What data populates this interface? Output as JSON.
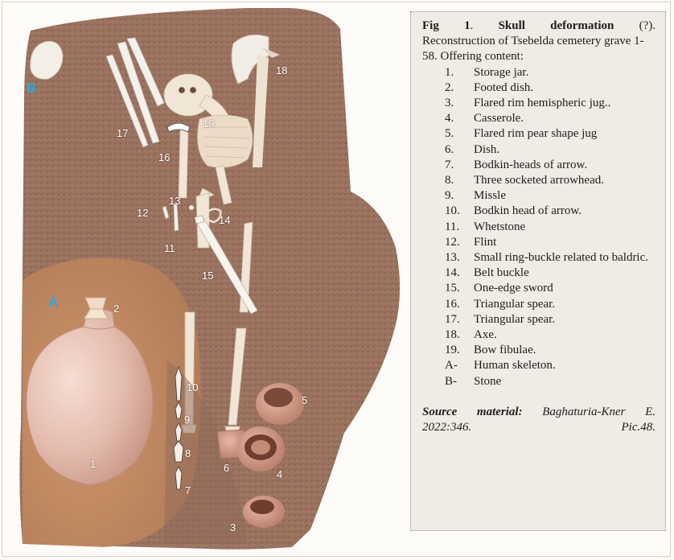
{
  "figure": {
    "stone_label": "B",
    "skeleton_label": "A",
    "numbers": [
      "18",
      "19",
      "17",
      "16",
      "13",
      "12",
      "14",
      "11",
      "15",
      "2",
      "10",
      "9",
      "8",
      "5",
      "6",
      "4",
      "7",
      "1",
      "3"
    ]
  },
  "caption": {
    "fig_label": "Fig 1",
    "title": "Skull deformation",
    "title_suffix": "(?).",
    "text": "Reconstruction of Tsebelda cemetery grave 1-58. Offering content:",
    "items": [
      {
        "key": "1.",
        "text": "Storage jar."
      },
      {
        "key": "2.",
        "text": "Footed dish."
      },
      {
        "key": "3.",
        "text": "Flared rim hemispheric jug.."
      },
      {
        "key": "4.",
        "text": "Casserole."
      },
      {
        "key": "5.",
        "text": "Flared rim pear shape  jug"
      },
      {
        "key": "6.",
        "text": "Dish."
      },
      {
        "key": "7.",
        "text": "Bodkin-heads of arrow."
      },
      {
        "key": "8.",
        "text": "Three socketed arrowhead."
      },
      {
        "key": "9.",
        "text": "Missle"
      },
      {
        "key": "10.",
        "text": "Bodkin head of arrow."
      },
      {
        "key": "11.",
        "text": "Whetstone"
      },
      {
        "key": "12.",
        "text": "Flint"
      },
      {
        "key": "13.",
        "text": "Small ring-buckle related to baldric."
      },
      {
        "key": "14.",
        "text": "Belt buckle"
      },
      {
        "key": "15.",
        "text": "One-edge sword"
      },
      {
        "key": "16.",
        "text": "Triangular spear."
      },
      {
        "key": "17.",
        "text": "Triangular spear."
      },
      {
        "key": "18.",
        "text": "Axe."
      },
      {
        "key": "19.",
        "text": "Bow fibulae."
      },
      {
        "key": "A-",
        "text": "Human skeleton."
      },
      {
        "key": "B-",
        "text": "Stone"
      }
    ],
    "source_label": "Source material:",
    "source_text": "Baghaturia-Kner E. 2022:346. Pic.48."
  },
  "colors": {
    "soil": "#9b7360",
    "soil_dark": "#7e5a48",
    "sand": "#c08a60",
    "bone": "#f1e6d6",
    "pottery": "#d6a393",
    "letter_blue": "#2aa7e0"
  }
}
